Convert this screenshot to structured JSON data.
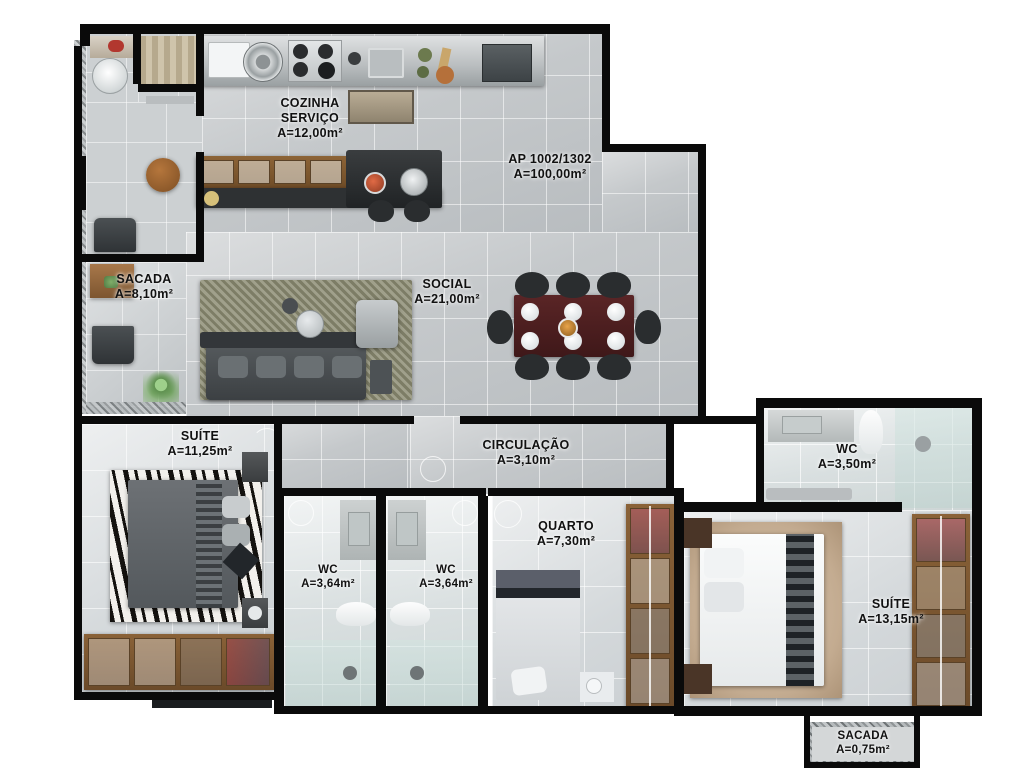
{
  "document": {
    "type": "floor-plan",
    "title": "AP 1002/1302",
    "unit_system": "metric",
    "language": "pt-BR"
  },
  "rooms": [
    {
      "id": "cozinha-servico",
      "name": "COZINHA",
      "name2": "SERVIÇO",
      "area": "A=12,00m²",
      "area_value": 12.0
    },
    {
      "id": "ap",
      "name": "AP 1002/1302",
      "area": "A=100,00m²",
      "area_value": 100.0
    },
    {
      "id": "sacada-social",
      "name": "SACADA",
      "area": "A=8,10m²",
      "area_value": 8.1
    },
    {
      "id": "social",
      "name": "SOCIAL",
      "area": "A=21,00m²",
      "area_value": 21.0
    },
    {
      "id": "suite-1",
      "name": "SUÍTE",
      "area": "A=11,25m²",
      "area_value": 11.25
    },
    {
      "id": "circulacao",
      "name": "CIRCULAÇÃO",
      "area": "A=3,10m²",
      "area_value": 3.1
    },
    {
      "id": "wc-suite-2",
      "name": "WC",
      "area": "A=3,50m²",
      "area_value": 3.5
    },
    {
      "id": "wc-left",
      "name": "WC",
      "area": "A=3,64m²",
      "area_value": 3.64
    },
    {
      "id": "wc-right",
      "name": "WC",
      "area": "A=3,64m²",
      "area_value": 3.64
    },
    {
      "id": "quarto",
      "name": "QUARTO",
      "area": "A=7,30m²",
      "area_value": 7.3
    },
    {
      "id": "suite-2",
      "name": "SUÍTE",
      "area": "A=13,15m²",
      "area_value": 13.15
    },
    {
      "id": "sacada-suite",
      "name": "SACADA",
      "area": "A=0,75m²",
      "area_value": 0.75
    }
  ],
  "colors": {
    "wall": "#0a0a0a",
    "floor_tile": "#c9ccce",
    "floor_light": "#d8dcde",
    "bath_tile": "#dfe4e5",
    "label_text": "#111111",
    "wood": "#7d5630",
    "dining_table": "#4a1f20",
    "sofa": "#4a4f52",
    "background": "#ffffff"
  },
  "furniture": {
    "kitchen": [
      "sink",
      "washing-machine",
      "cooktop",
      "second-sink",
      "refrigerator",
      "lower-cabinets",
      "kettle"
    ],
    "service": [
      "laundry-sink",
      "toilet",
      "round-table"
    ],
    "social": [
      "sofa",
      "armchair",
      "coffee-table",
      "area-rug",
      "dining-table-8"
    ],
    "balcony": [
      "lounge-chair-1",
      "lounge-chair-2",
      "sideboard",
      "potted-plant"
    ],
    "suite_1": [
      "double-bed",
      "zebra-rug",
      "nightstand-left",
      "nightstand-right",
      "wardrobe"
    ],
    "suite_2": [
      "double-bed",
      "beige-rug",
      "nightstand-top",
      "nightstand-bottom",
      "tall-wardrobe"
    ],
    "quarto": [
      "single-bed",
      "nightstand",
      "wardrobe"
    ],
    "wc_left": [
      "vanity-sink",
      "toilet",
      "shower"
    ],
    "wc_right": [
      "vanity-sink",
      "toilet",
      "shower"
    ],
    "wc_suite_2": [
      "vanity-sink",
      "toilet",
      "shower"
    ]
  }
}
